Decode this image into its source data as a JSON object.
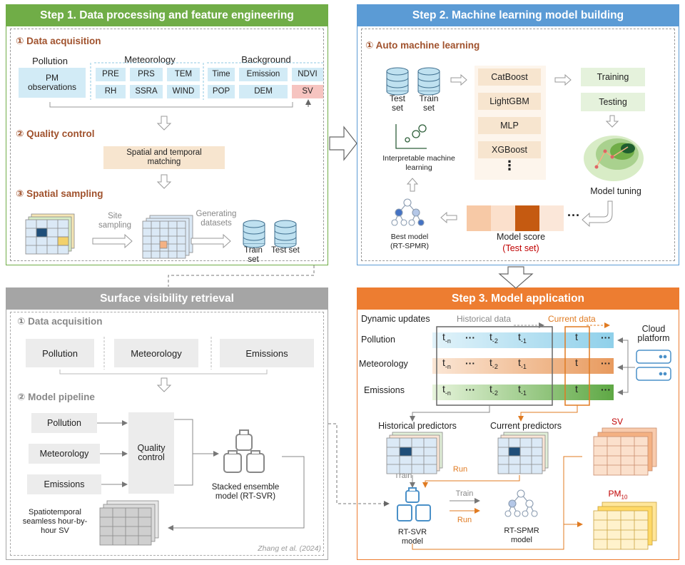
{
  "step1": {
    "title": "Step 1. Data processing and feature engineering",
    "acq_title": "① Data acquisition",
    "pollution_head": "Pollution",
    "meteorology_head": "Meteorology",
    "background_head": "Background",
    "pm_box": "PM observations",
    "met_vars": [
      "PRE",
      "PRS",
      "TEM",
      "RH",
      "SSRA",
      "WIND"
    ],
    "bg_vars": [
      "Time",
      "Emission",
      "NDVI",
      "POP",
      "DEM",
      "SV"
    ],
    "qc_title": "② Quality control",
    "qc_box": "Spatial and temporal matching",
    "sampling_title": "③ Spatial sampling",
    "site_sampling": "Site sampling",
    "generating": "Generating datasets",
    "train_set": "Train set",
    "test_set": "Test set"
  },
  "step2": {
    "title": "Step 2. Machine learning model building",
    "auto_title": "① Auto machine learning",
    "test_set": "Test set",
    "train_set": "Train set",
    "models": [
      "CatBoost",
      "LightGBM",
      "MLP",
      "XGBoost"
    ],
    "vdots": "⋮",
    "training": "Training",
    "testing": "Testing",
    "interpretable": "Interpretable machine learning",
    "model_tuning": "Model tuning",
    "model_score": "Model score",
    "test_set_red": "(Test set)",
    "best_model": "Best model (RT-SPMR)",
    "dots": "···"
  },
  "svr": {
    "title": "Surface visibility retrieval",
    "acq_title": "① Data acquisition",
    "acq_items": [
      "Pollution",
      "Meteorology",
      "Emissions"
    ],
    "pipe_title": "② Model pipeline",
    "pipe_items": [
      "Pollution",
      "Meteorology",
      "Emissions"
    ],
    "quality": "Quality control",
    "stacked": "Stacked ensemble model (RT-SVR)",
    "seamless": "Spatiotemporal seamless hour-by-hour SV",
    "citation": "Zhang et al. (2024)"
  },
  "step3": {
    "title": "Step 3. Model application",
    "dynamic": "Dynamic updates",
    "historical_data": "Historical data",
    "current_data": "Current data",
    "rows": [
      "Pollution",
      "Meteorology",
      "Emissions"
    ],
    "cloud": "Cloud platform",
    "t_labels": [
      "t",
      "t",
      "t",
      "t"
    ],
    "t_subs": [
      "-n",
      "-2",
      "-1",
      ""
    ],
    "dots": "···",
    "hist_pred": "Historical predictors",
    "curr_pred": "Current predictors",
    "train": "Train",
    "run": "Run",
    "rtsvr": "RT-SVR model",
    "rtspmr": "RT-SPMR model",
    "sv": "SV",
    "pm": "PM",
    "pm_sub": "10"
  },
  "colors": {
    "step1": "#70ad47",
    "step2": "#5b9bd5",
    "svr": "#a5a5a5",
    "step3": "#ed7d31",
    "section": "#a0522d",
    "orange": "#e07b22"
  }
}
